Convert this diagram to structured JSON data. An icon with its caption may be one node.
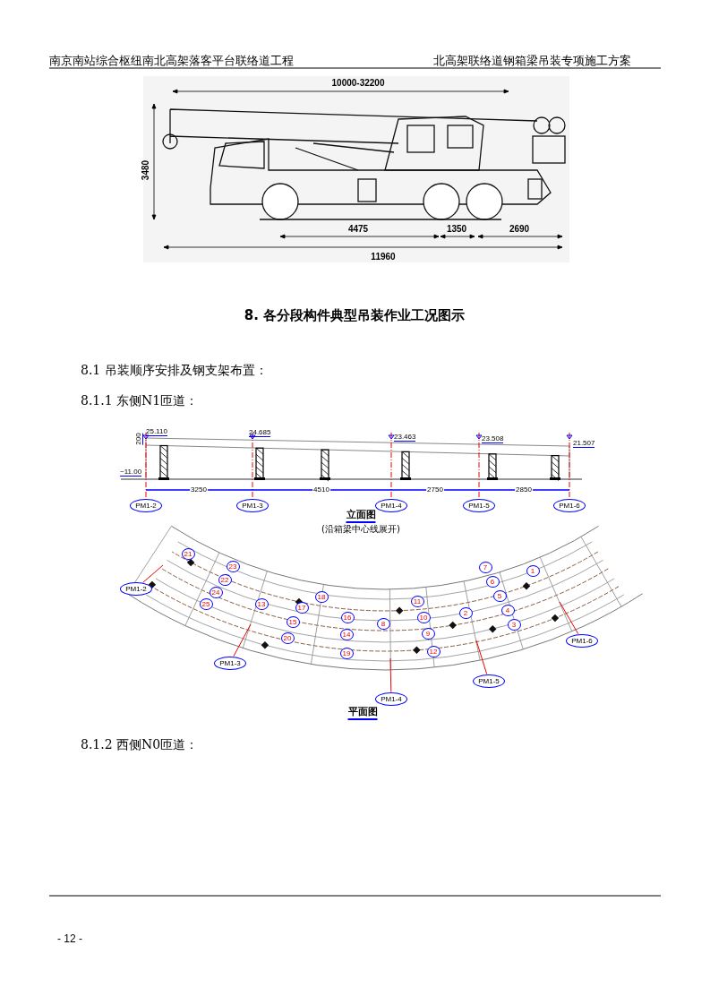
{
  "diagram": {
    "nodes": [
      {
        "text": [
          "PM1-2"
        ]
      },
      {
        "text": [
          "PM1-3"
        ]
      },
      {
        "text": [
          "PM1-4"
        ]
      },
      {
        "text": [
          "PM1-5"
        ]
      },
      {
        "text": [
          "PM1-6"
        ]
      },
      {
        "text": [
          "PM1-2"
        ]
      },
      {
        "text": [
          "PM1-3"
        ]
      },
      {
        "text": [
          "PM1-4"
        ]
      },
      {
        "text": [
          "PM1-5"
        ]
      },
      {
        "text": [
          "PM1-6"
        ]
      },
      {
        "text": [
          "1"
        ]
      },
      {
        "text": [
          "2"
        ]
      },
      {
        "text": [
          "3"
        ]
      },
      {
        "text": [
          "4"
        ]
      },
      {
        "text": [
          "5"
        ]
      },
      {
        "text": [
          "6"
        ]
      },
      {
        "text": [
          "7"
        ]
      },
      {
        "text": [
          "8"
        ]
      },
      {
        "text": [
          "9"
        ]
      },
      {
        "text": [
          "10"
        ]
      },
      {
        "text": [
          "11"
        ]
      },
      {
        "text": [
          "12"
        ]
      },
      {
        "text": [
          "13"
        ]
      },
      {
        "text": [
          "14"
        ]
      },
      {
        "text": [
          "15"
        ]
      },
      {
        "text": [
          "16"
        ]
      },
      {
        "text": [
          "17"
        ]
      },
      {
        "text": [
          "18"
        ]
      },
      {
        "text": [
          "19"
        ]
      },
      {
        "text": [
          "20"
        ]
      },
      {
        "text": [
          "21"
        ]
      },
      {
        "text": [
          "22"
        ]
      },
      {
        "text": [
          "23"
        ]
      },
      {
        "text": [
          "24"
        ]
      },
      {
        "text": [
          "25"
        ]
      }
    ],
    "edges": [
      {
        "from": 5,
        "to": null,
        "arrow": "none"
      },
      {
        "from": 6,
        "to": null,
        "arrow": "none"
      },
      {
        "from": 7,
        "to": null,
        "arrow": "none"
      },
      {
        "from": 8,
        "to": null,
        "arrow": "none"
      },
      {
        "from": 9,
        "to": null,
        "arrow": "none"
      }
    ],
    "labels": [
      "南京南站综合枢纽南北高架落客平台联络道工程",
      "北高架联络道钢箱梁吊装专项施工方案",
      "10000-32200",
      "3480",
      "4475",
      "1350",
      "2690",
      "11960",
      "8.  各分段构件典型吊装作业工况图示",
      "8.1 吊装顺序安排及钢支架布置：",
      "8.1.1 东侧N1匝道：",
      "200",
      "25.110",
      "24.685",
      "23.463",
      "23.508",
      "21.507",
      "~11.00",
      "3250",
      "4510",
      "2750",
      "2850",
      "立面图",
      "(沿箱梁中心线展开)",
      "平面图",
      "8.1.2 西侧N0匝道：",
      "- 12 -"
    ]
  }
}
